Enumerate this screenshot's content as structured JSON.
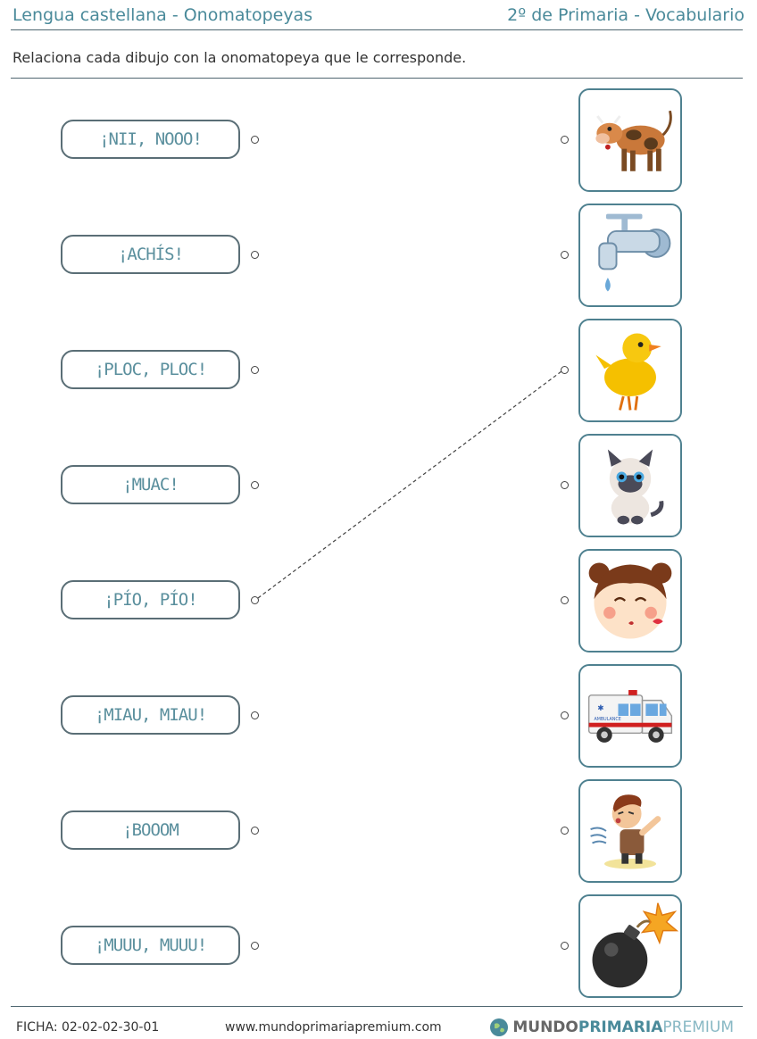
{
  "header": {
    "left_title": "Lengua castellana - Onomatopeyas",
    "right_title": "2º de Primaria - Vocabulario"
  },
  "instruction": "Relaciona cada dibujo con la onomatopeya que le corresponde.",
  "words": [
    "¡NII, NOOO!",
    "¡ACHÍS!",
    "¡PLOC, PLOC!",
    "¡MUAC!",
    "¡PÍO, PÍO!",
    "¡MIAU, MIAU!",
    "¡BOOOM",
    "¡MUUU, MUUU!"
  ],
  "pictures": [
    {
      "icon": "cow-icon"
    },
    {
      "icon": "faucet-icon"
    },
    {
      "icon": "duckling-icon"
    },
    {
      "icon": "kitten-icon"
    },
    {
      "icon": "girl-kiss-icon"
    },
    {
      "icon": "ambulance-icon",
      "label": "AMBULANCE"
    },
    {
      "icon": "sneezing-boy-icon"
    },
    {
      "icon": "bomb-icon"
    }
  ],
  "example_connection": {
    "from_word": "¡PÍO, PÍO!",
    "to_picture": "duckling-icon"
  },
  "footer": {
    "code": "FICHA:  02-02-02-30-01",
    "url": "www.mundoprimariapremium.com",
    "brand_a": "MUNDO",
    "brand_b": "PRIMARIA",
    "brand_c": "PREMIUM"
  },
  "colors": {
    "accent": "#4a8a9a",
    "border": "#4f8190",
    "rule": "#4f6670"
  }
}
